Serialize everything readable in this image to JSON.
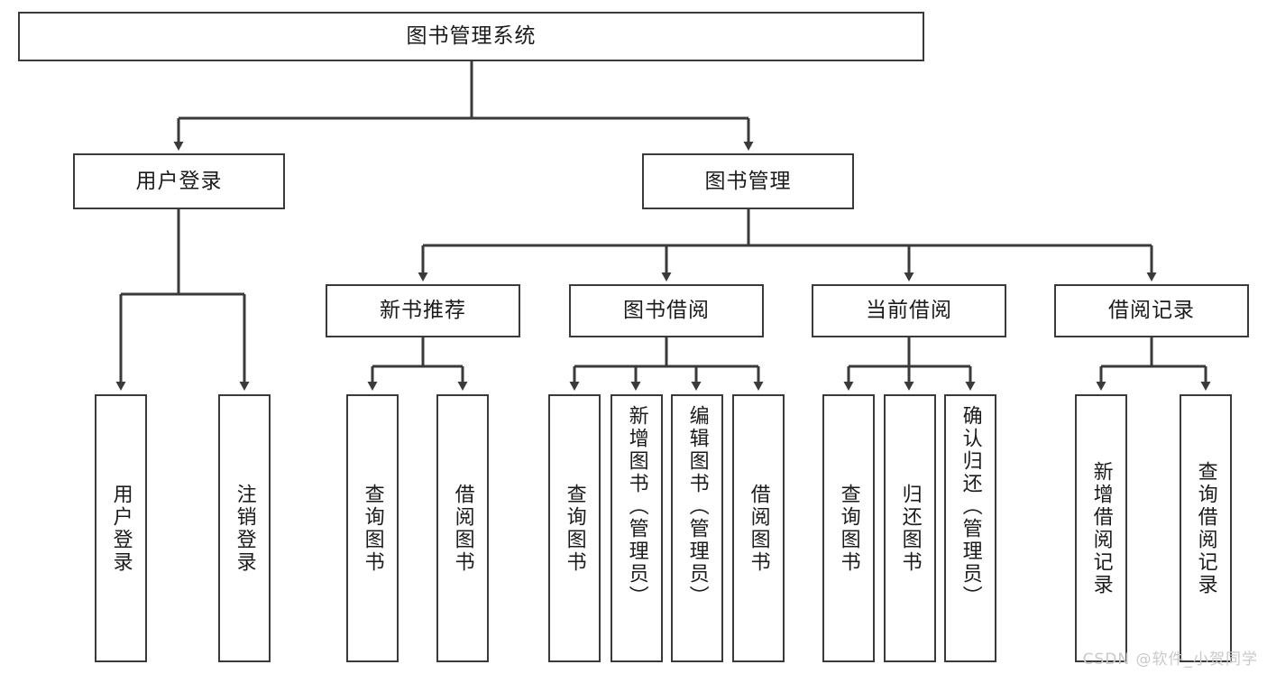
{
  "diagram": {
    "title": "图书管理系统",
    "watermark": "CSDN @软件_小贺同学",
    "colors": {
      "background": "#ffffff",
      "stroke": "#3a3a3a",
      "text": "#1b1b1b",
      "watermark": "#c9c9c9"
    },
    "nodes": {
      "root": {
        "label": "图书管理系统"
      },
      "level2": [
        {
          "label": "用户登录"
        },
        {
          "label": "图书管理"
        }
      ],
      "level3": [
        {
          "label": "新书推荐"
        },
        {
          "label": "图书借阅"
        },
        {
          "label": "当前借阅"
        },
        {
          "label": "借阅记录"
        }
      ],
      "leaves": {
        "user_login": [
          {
            "label": "用户登录"
          },
          {
            "label": "注销登录"
          }
        ],
        "new_book_recommend": [
          {
            "label": "查询图书"
          },
          {
            "label": "借阅图书"
          }
        ],
        "book_borrow": [
          {
            "label": "查询图书"
          },
          {
            "label": "新增图书（管理员）"
          },
          {
            "label": "编辑图书（管理员）"
          },
          {
            "label": "借阅图书"
          }
        ],
        "current_borrow": [
          {
            "label": "查询图书"
          },
          {
            "label": "归还图书"
          },
          {
            "label": "确认归还（管理员）"
          }
        ],
        "borrow_record": [
          {
            "label": "新增借阅记录"
          },
          {
            "label": "查询借阅记录"
          }
        ]
      }
    }
  }
}
